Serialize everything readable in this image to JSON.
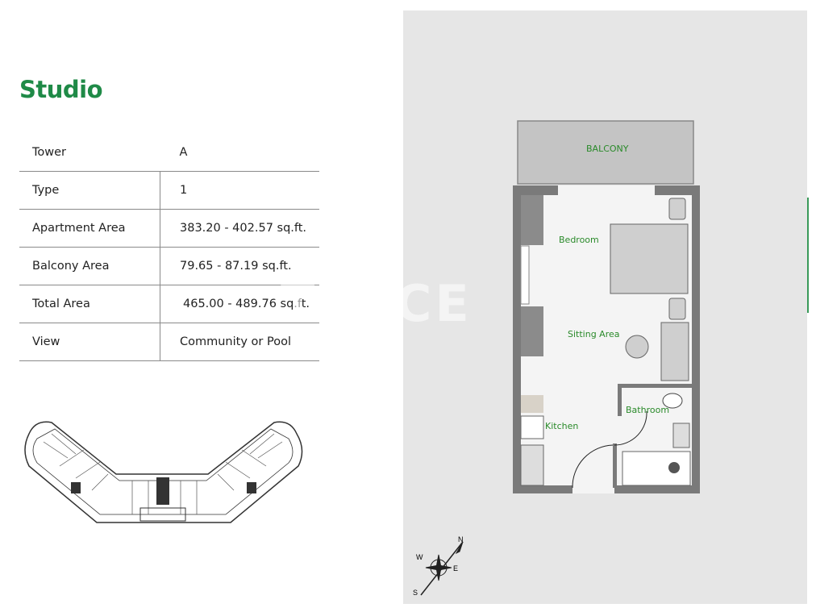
{
  "title": "Studio",
  "specs": [
    {
      "label": "Tower",
      "value": "A"
    },
    {
      "label": "Type",
      "value": "1"
    },
    {
      "label": "Apartment Area",
      "value": "383.20 - 402.57 sq.ft."
    },
    {
      "label": "Balcony Area",
      "value": "79.65 - 87.19 sq.ft."
    },
    {
      "label": "Total Area",
      "value": "465.00 - 489.76 sq.ft."
    },
    {
      "label": "View",
      "value": "Community or Pool"
    }
  ],
  "plan": {
    "balcony": "BALCONY",
    "bedroom": "Bedroom",
    "sitting": "Sitting Area",
    "bathroom": "Bathroom",
    "kitchen": "Kitchen"
  },
  "compass": {
    "n": "N",
    "e": "E",
    "s": "S",
    "w": "W"
  },
  "watermark": "TEKCE",
  "colors": {
    "accent": "#1f8a47",
    "panel": "#e6e6e6",
    "wall": "#7a7a7a"
  }
}
